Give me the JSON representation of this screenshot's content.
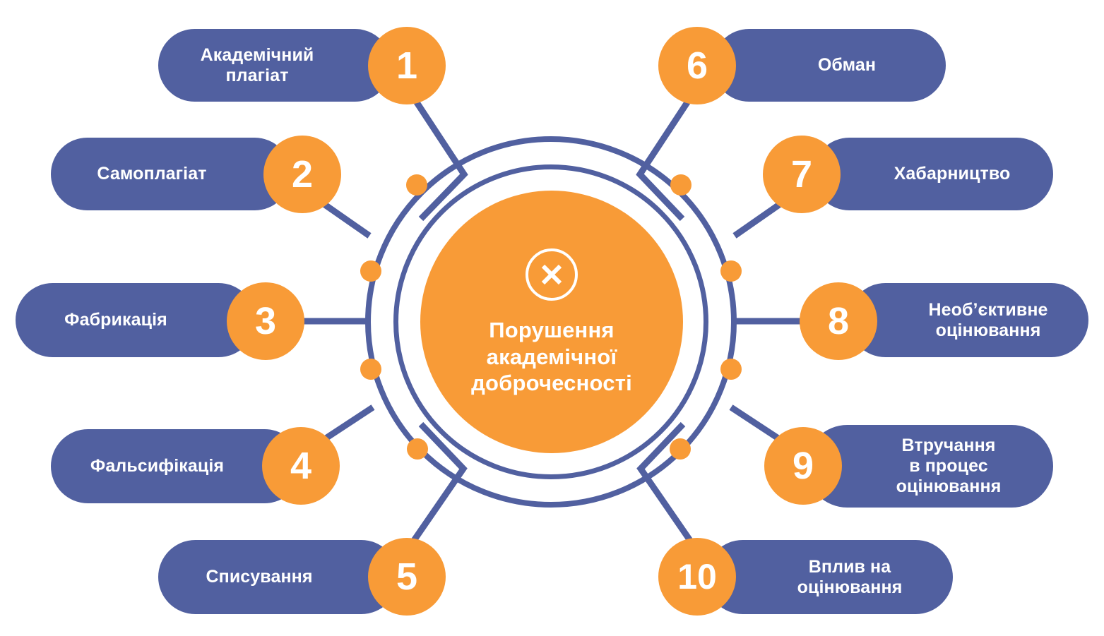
{
  "diagram": {
    "title": "Порушення академічної доброчесності",
    "center": {
      "title": "Порушення\nакадемічної\nдоброчесності",
      "icon": "x-cross-icon",
      "core_color": "#F89B37",
      "ring_color": "#5160A0"
    },
    "colors": {
      "orange": "#F89B37",
      "blue": "#5160A0",
      "white": "#FFFFFF",
      "background": "#FFFFFF"
    },
    "items": [
      {
        "number": "1",
        "label": "Академічний\nплагіат",
        "side": "left"
      },
      {
        "number": "2",
        "label": "Самоплагіат",
        "side": "left"
      },
      {
        "number": "3",
        "label": "Фабрикація",
        "side": "left"
      },
      {
        "number": "4",
        "label": "Фальсифікація",
        "side": "left"
      },
      {
        "number": "5",
        "label": "Списування",
        "side": "left"
      },
      {
        "number": "6",
        "label": "Обман",
        "side": "right"
      },
      {
        "number": "7",
        "label": "Хабарництво",
        "side": "right"
      },
      {
        "number": "8",
        "label": "Необ’єктивне\nоцінювання",
        "side": "right"
      },
      {
        "number": "9",
        "label": "Втручання\nв процес\nоцінювання",
        "side": "right"
      },
      {
        "number": "10",
        "label": "Вплив на\nоцінювання",
        "side": "right"
      }
    ]
  }
}
